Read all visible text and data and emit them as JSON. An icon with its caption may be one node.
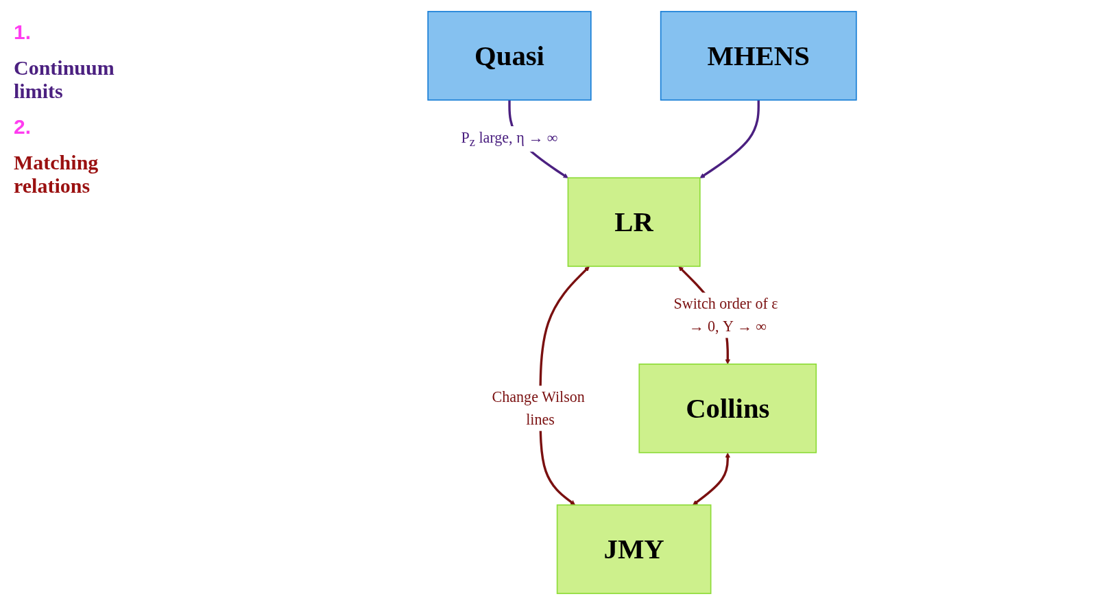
{
  "diagram": {
    "nodes": [
      {
        "text": [
          "Quasi"
        ]
      },
      {
        "text": [
          "MHENS"
        ]
      },
      {
        "text": [
          "LR"
        ]
      },
      {
        "text": [
          "Collins"
        ]
      },
      {
        "text": [
          "JMY"
        ]
      }
    ],
    "edges": [
      {
        "from": 0,
        "to": 2,
        "arrow": "to",
        "color": "#4b2080",
        "label": "P$_{z}$ large, η → ∞"
      },
      {
        "from": 1,
        "to": 2,
        "arrow": "to",
        "color": "#4b2080"
      },
      {
        "from": 2,
        "to": 3,
        "arrow": "both",
        "label": "Switch order of ε → 0, Y → ∞"
      },
      {
        "from": 2,
        "to": 4,
        "arrow": "both",
        "label": "Change Wilson lines"
      },
      {
        "from": 3,
        "to": 4,
        "arrow": "both"
      }
    ],
    "labels": [
      "1.",
      "Continuum limits",
      "2.",
      "Matching relations"
    ]
  }
}
